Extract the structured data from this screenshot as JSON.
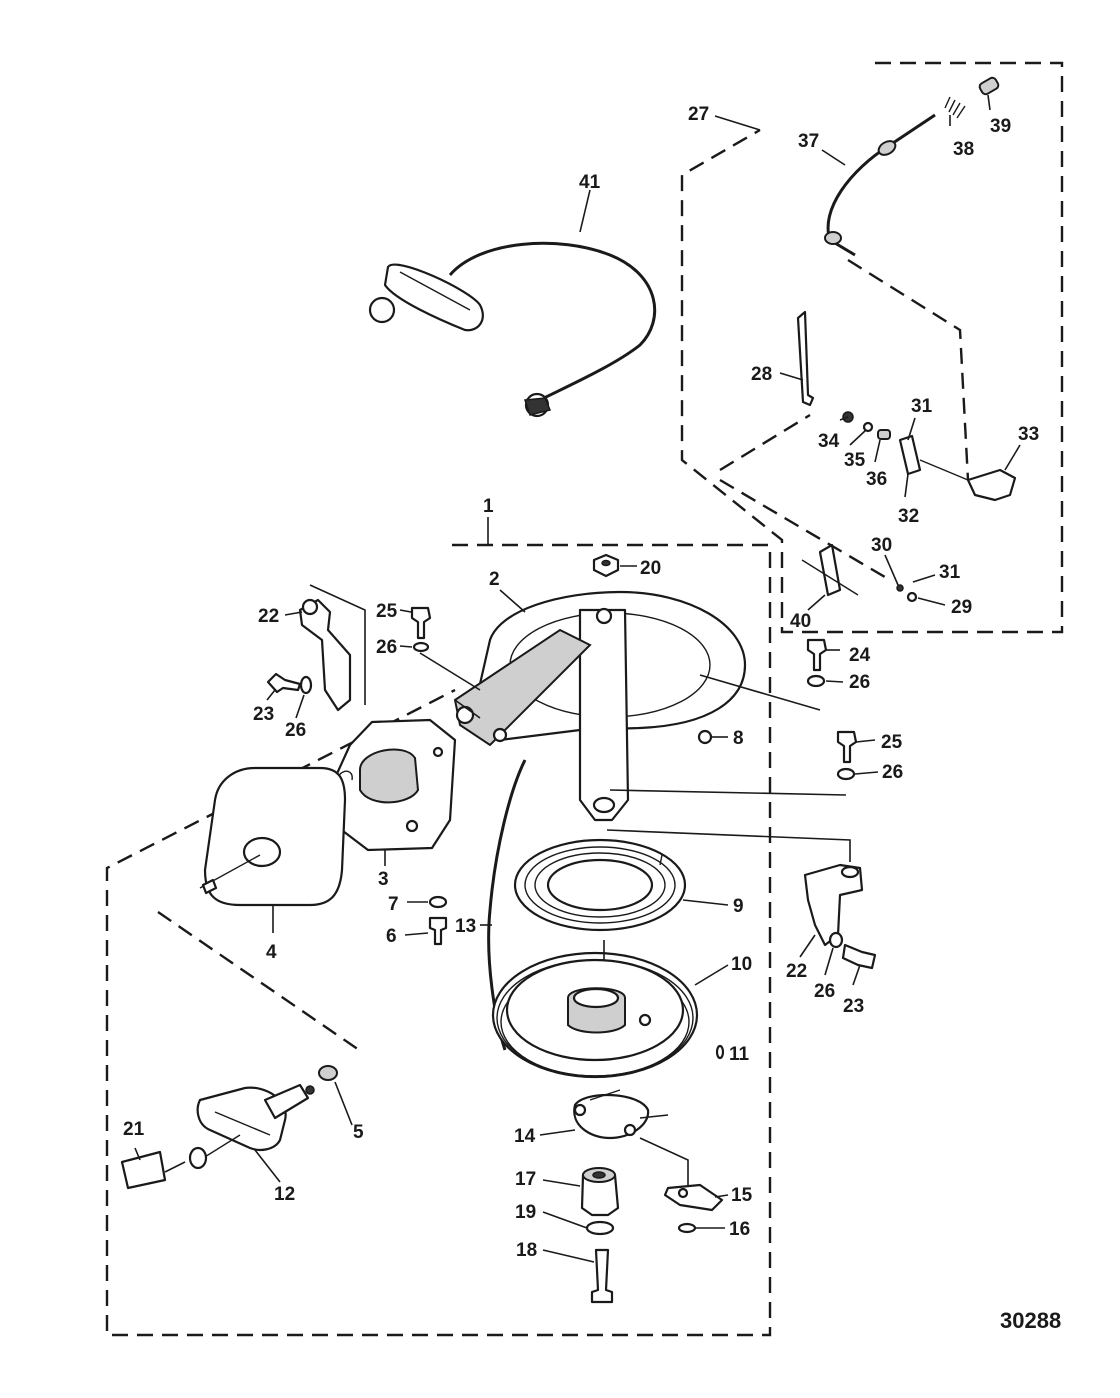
{
  "figure_number": "30288",
  "labels": {
    "l1": "1",
    "l2": "2",
    "l3": "3",
    "l4": "4",
    "l5": "5",
    "l6": "6",
    "l7": "7",
    "l8": "8",
    "l9": "9",
    "l10": "10",
    "l11": "11",
    "l12": "12",
    "l13": "13",
    "l14": "14",
    "l15": "15",
    "l16": "16",
    "l17": "17",
    "l18": "18",
    "l19": "19",
    "l20": "20",
    "l21": "21",
    "l22a": "22",
    "l22b": "22",
    "l23a": "23",
    "l23b": "23",
    "l24": "24",
    "l25a": "25",
    "l25b": "25",
    "l26a": "26",
    "l26b": "26",
    "l26c": "26",
    "l26d": "26",
    "l26e": "26",
    "l27": "27",
    "l28": "28",
    "l29": "29",
    "l30": "30",
    "l31a": "31",
    "l31b": "31",
    "l32": "32",
    "l33": "33",
    "l34": "34",
    "l35": "35",
    "l36": "36",
    "l37": "37",
    "l38": "38",
    "l39": "39",
    "l40": "40",
    "l41": "41"
  }
}
